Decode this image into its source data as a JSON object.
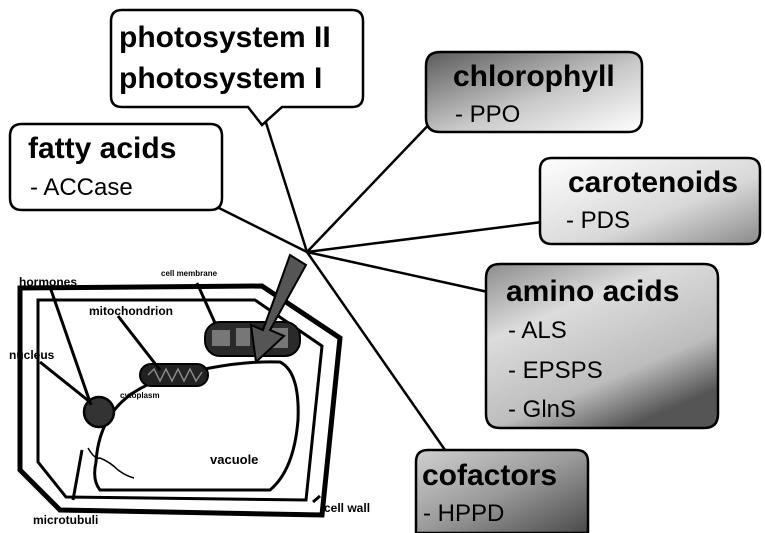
{
  "callouts": {
    "photosystems": {
      "line1": "photosystem II",
      "line2": "photosystem I"
    },
    "fatty_acids": {
      "title": "fatty acids",
      "item": "- ACCase"
    },
    "chlorophyll": {
      "title": "chlorophyll",
      "item": "- PPO"
    },
    "carotenoids": {
      "title": "carotenoids",
      "item": "- PDS"
    },
    "amino_acids": {
      "title": "amino acids",
      "items": [
        "- ALS",
        "- EPSPS",
        "- GlnS"
      ]
    },
    "cofactors": {
      "title": "cofactors",
      "item": "- HPPD"
    }
  },
  "cell_labels": {
    "hormones": "hormones",
    "cell_membrane": "cell membrane",
    "mitochondrion": "mitochondrion",
    "nucleus": "nucleus",
    "cytoplasm": "cytoplasm",
    "vacuole": "vacuole",
    "microtubuli": "microtubuli",
    "cell_wall": "cell wall"
  }
}
